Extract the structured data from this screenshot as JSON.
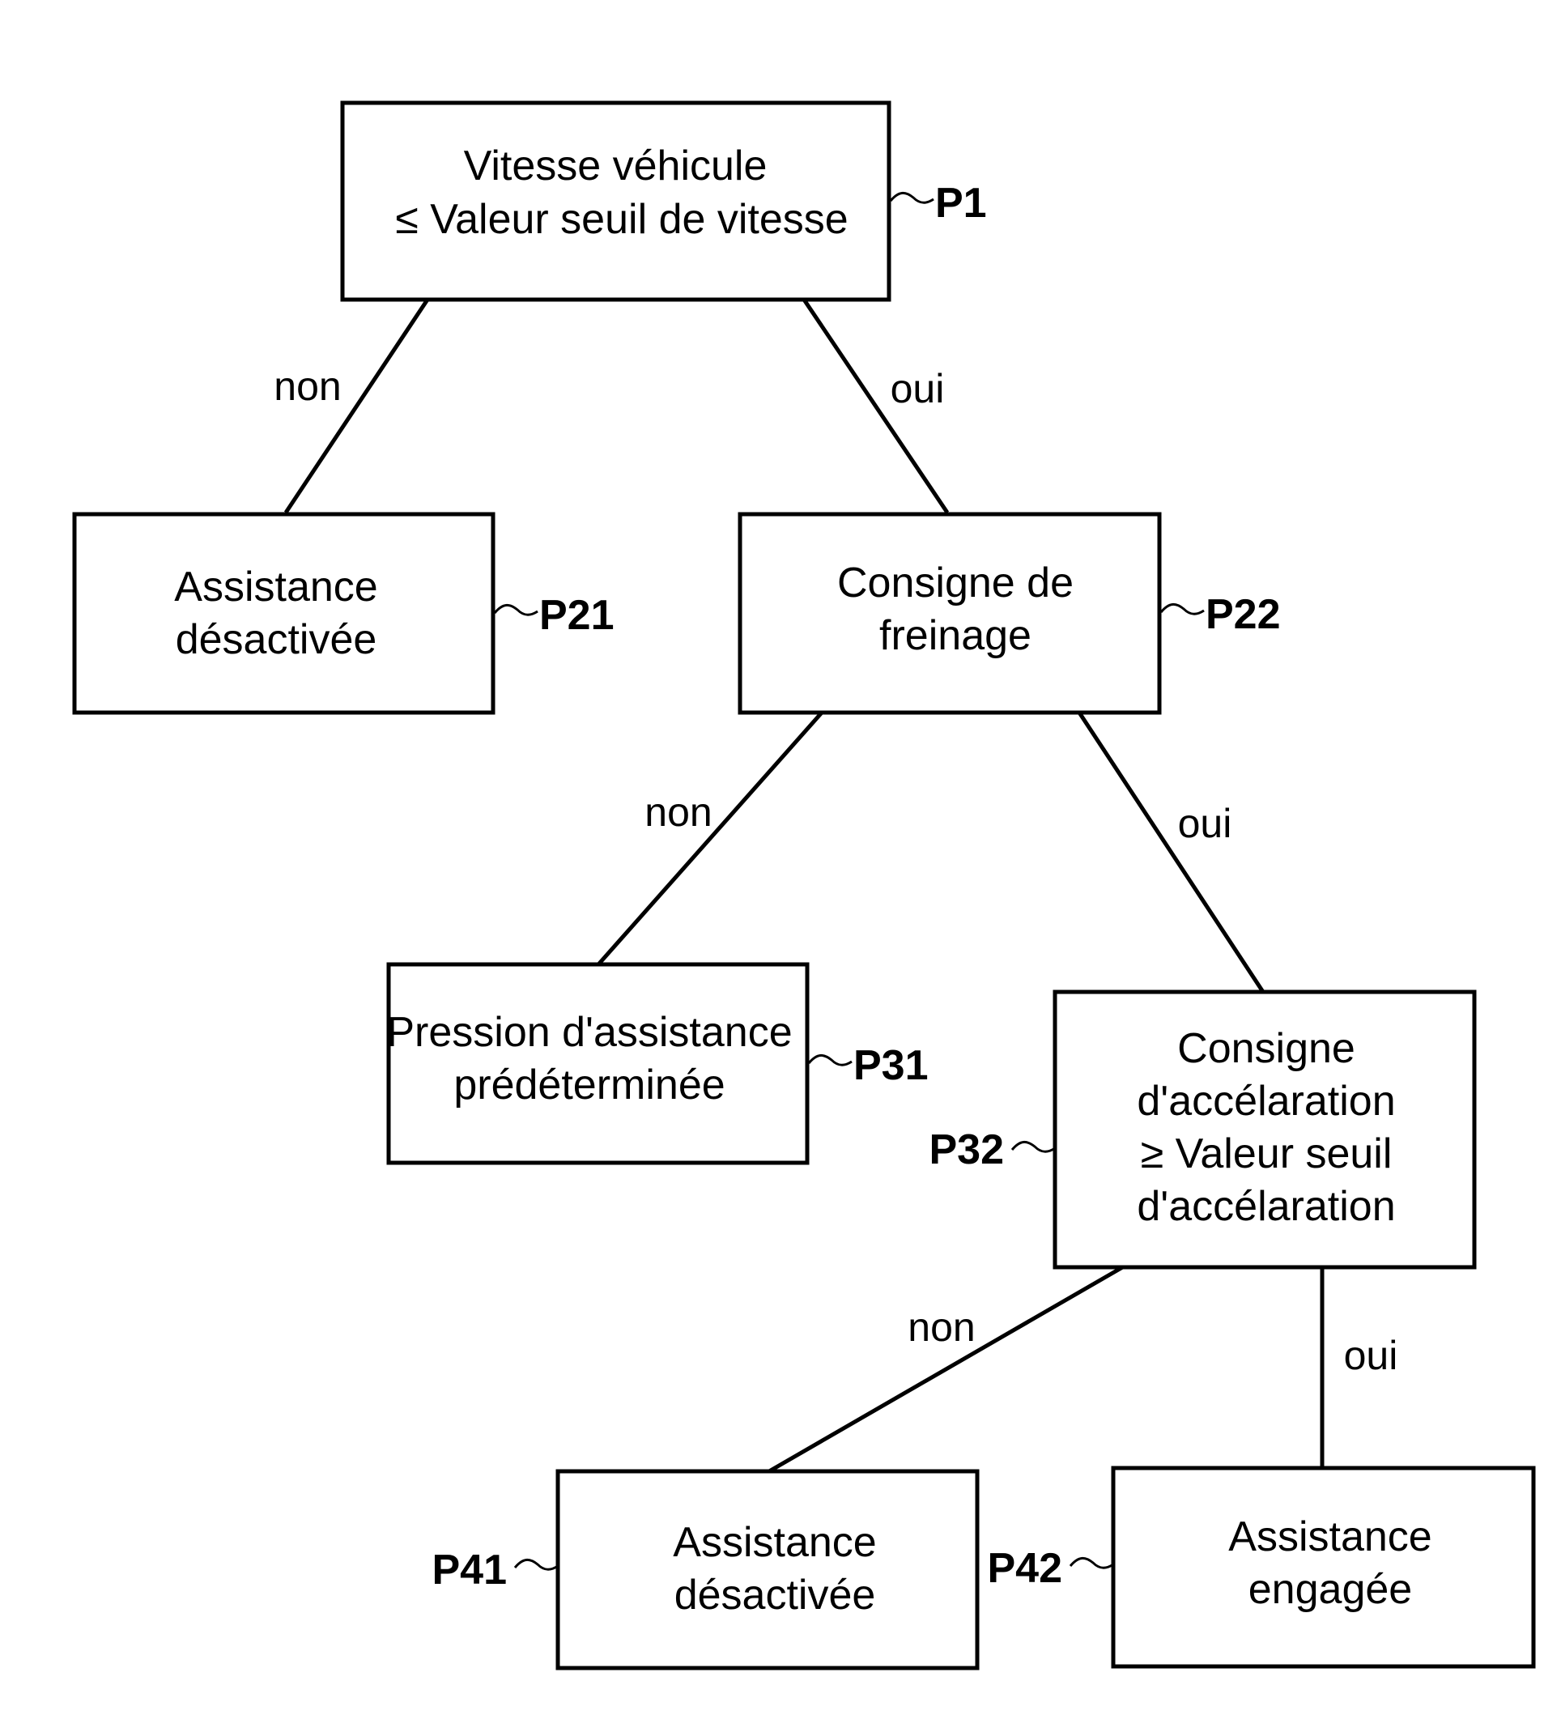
{
  "nodes": {
    "p1": {
      "ref": "P1",
      "lines": [
        "Vitesse véhicule",
        "≤  Valeur seuil de vitesse"
      ]
    },
    "p21": {
      "ref": "P21",
      "lines": [
        "Assistance",
        "désactivée"
      ]
    },
    "p22": {
      "ref": "P22",
      "lines": [
        "Consigne de",
        "freinage"
      ]
    },
    "p31": {
      "ref": "P31",
      "lines": [
        "Pression d'assistance",
        "prédéterminée"
      ]
    },
    "p32": {
      "ref": "P32",
      "lines": [
        "Consigne",
        "d'accélaration",
        "≥  Valeur seuil",
        "d'accélaration"
      ]
    },
    "p41": {
      "ref": "P41",
      "lines": [
        "Assistance",
        "désactivée"
      ]
    },
    "p42": {
      "ref": "P42",
      "lines": [
        "Assistance",
        "engagée"
      ]
    }
  },
  "edges": {
    "p1_p21": {
      "label": "non"
    },
    "p1_p22": {
      "label": "oui"
    },
    "p22_p31": {
      "label": "non"
    },
    "p22_p32": {
      "label": "oui"
    },
    "p32_p41": {
      "label": "non"
    },
    "p32_p42": {
      "label": "oui"
    }
  }
}
